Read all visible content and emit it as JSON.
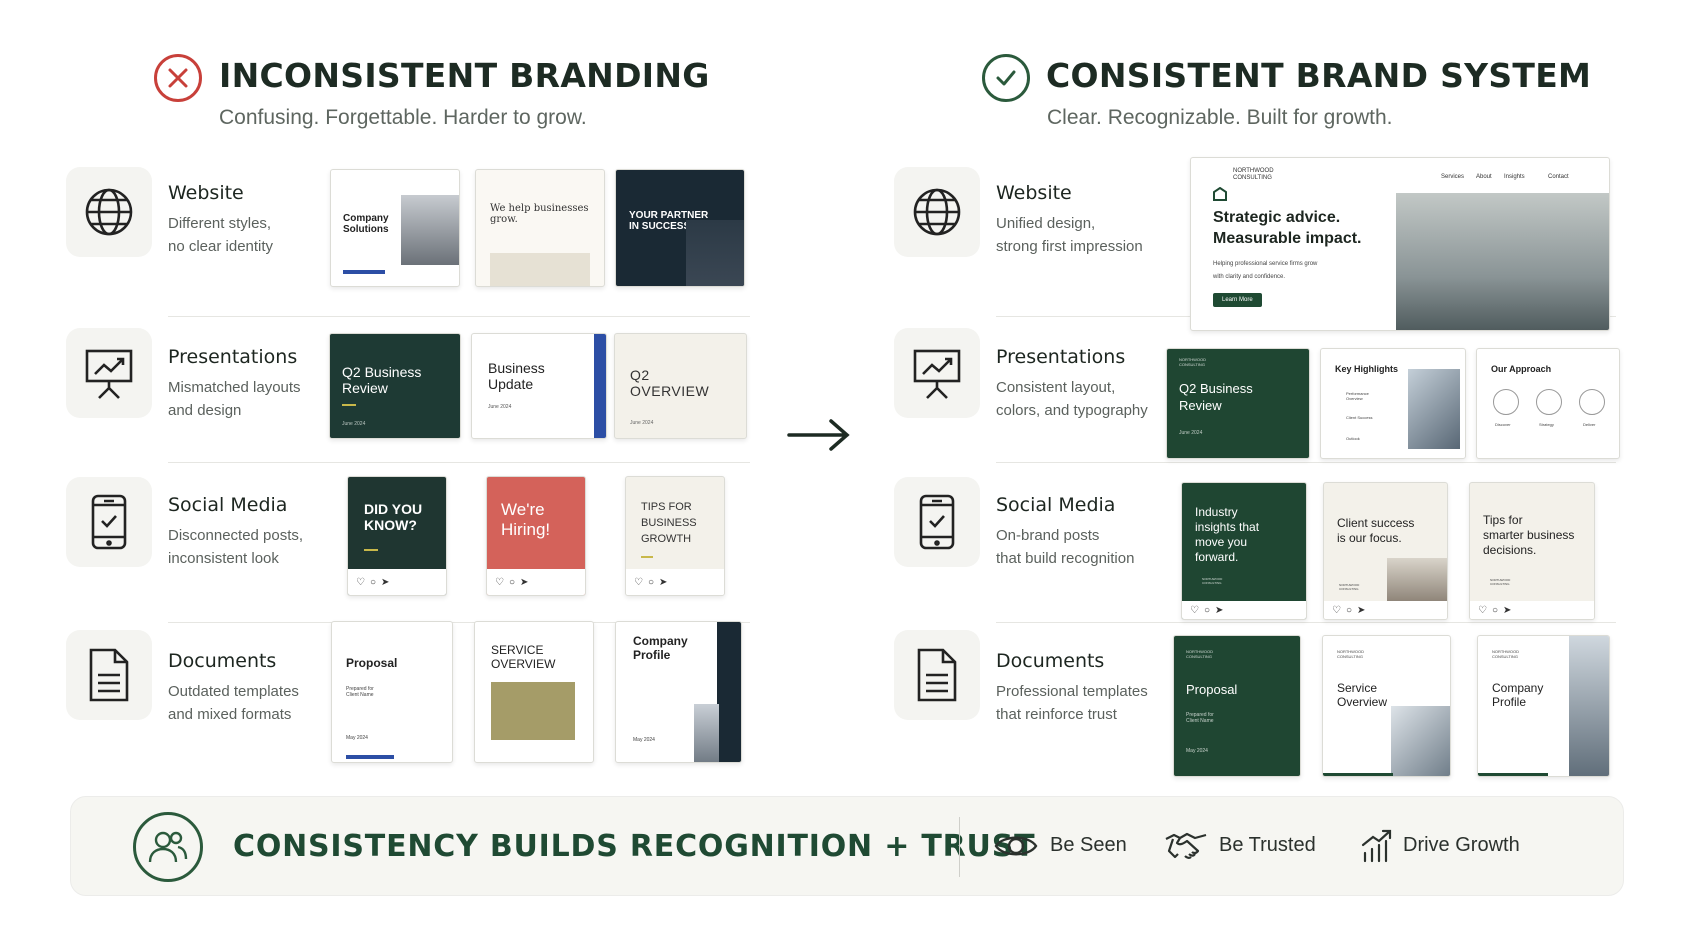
{
  "left": {
    "title": "INCONSISTENT BRANDING",
    "subtitle": "Confusing. Forgettable. Harder to grow.",
    "rows": [
      {
        "title": "Website",
        "desc": "Different styles,\nno clear identity"
      },
      {
        "title": "Presentations",
        "desc": "Mismatched layouts\nand design"
      },
      {
        "title": "Social Media",
        "desc": "Disconnected posts,\ninconsistent look"
      },
      {
        "title": "Documents",
        "desc": "Outdated templates\nand mixed formats"
      }
    ],
    "web": [
      "Company\nSolutions",
      "We help businesses\ngrow.",
      "YOUR PARTNER\nIN SUCCESS"
    ],
    "pres": [
      {
        "title": "Q2 Business\nReview",
        "date": "June 2024"
      },
      {
        "title": "Business\nUpdate",
        "date": "June 2024"
      },
      {
        "title": "Q2\nOVERVIEW",
        "date": "June 2024"
      }
    ],
    "social": [
      "DID YOU\nKNOW?",
      "We're\nHiring!",
      "TIPS FOR\nBUSINESS\nGROWTH"
    ],
    "docs": [
      {
        "title": "Proposal",
        "sub": "Prepared for\nClient Name",
        "date": "May 2024"
      },
      {
        "title": "SERVICE\nOVERVIEW",
        "sub": "",
        "date": ""
      },
      {
        "title": "Company\nProfile",
        "sub": "",
        "date": "May 2024"
      }
    ]
  },
  "right": {
    "title": "CONSISTENT BRAND SYSTEM",
    "subtitle": "Clear. Recognizable. Built for growth.",
    "rows": [
      {
        "title": "Website",
        "desc": "Unified design,\nstrong first impression"
      },
      {
        "title": "Presentations",
        "desc": "Consistent layout,\ncolors, and typography"
      },
      {
        "title": "Social Media",
        "desc": "On-brand posts\nthat build recognition"
      },
      {
        "title": "Documents",
        "desc": "Professional templates\nthat reinforce trust"
      }
    ],
    "brand": "NORTHWOOD\nCONSULTING",
    "site": {
      "nav": [
        "Services",
        "About",
        "Insights",
        "Contact"
      ],
      "headline": "Strategic advice.\nMeasurable impact.",
      "body": "Helping professional service firms grow\nwith clarity and confidence.",
      "cta": "Learn More"
    },
    "pres": [
      {
        "title": "Q2 Business\nReview",
        "date": "June 2024"
      },
      {
        "title": "Key Highlights",
        "items": [
          "Performance\nOverview",
          "Client Success",
          "Outlook"
        ]
      },
      {
        "title": "Our Approach",
        "items": [
          "Discover",
          "Strategy",
          "Deliver"
        ]
      }
    ],
    "social": [
      "Industry\ninsights that\nmove you\nforward.",
      "Client success\nis our focus.",
      "Tips for\nsmarter business\ndecisions."
    ],
    "docs": [
      {
        "title": "Proposal",
        "sub": "Prepared for\nClient Name",
        "date": "May 2024"
      },
      {
        "title": "Service\nOverview"
      },
      {
        "title": "Company\nProfile"
      }
    ]
  },
  "footer": {
    "title": "CONSISTENCY BUILDS RECOGNITION + TRUST",
    "items": [
      "Be Seen",
      "Be Trusted",
      "Drive Growth"
    ]
  },
  "colors": {
    "accent_green": "#1f4a33",
    "error_red": "#c8403a",
    "navy": "#1a2934"
  }
}
